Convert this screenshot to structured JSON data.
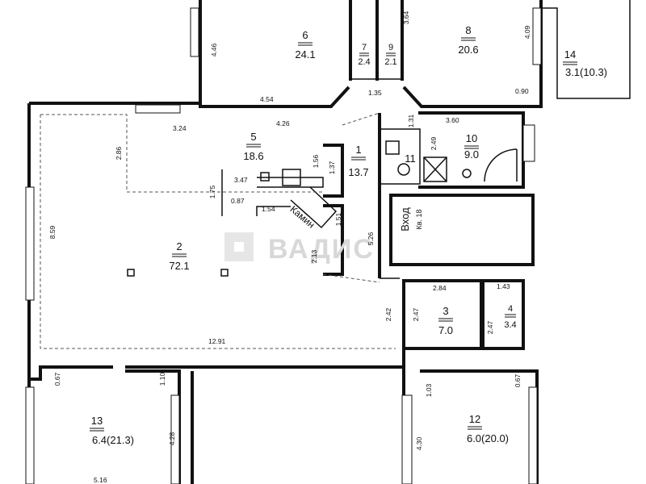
{
  "rooms": [
    {
      "id": "r6",
      "number": "6",
      "area": "24.1"
    },
    {
      "id": "r7",
      "number": "7",
      "area": "2.4"
    },
    {
      "id": "r9",
      "number": "9",
      "area": "2.1"
    },
    {
      "id": "r8",
      "number": "8",
      "area": "20.6"
    },
    {
      "id": "r14",
      "number": "14",
      "area": "3.1(10.3)"
    },
    {
      "id": "r5",
      "number": "5",
      "area": "18.6"
    },
    {
      "id": "r1",
      "number": "1",
      "area": "13.7"
    },
    {
      "id": "r11",
      "number": "11",
      "area": ""
    },
    {
      "id": "r10",
      "number": "10",
      "area": "9.0"
    },
    {
      "id": "r2",
      "number": "2",
      "area": "72.1"
    },
    {
      "id": "r3",
      "number": "3",
      "area": "7.0"
    },
    {
      "id": "r4",
      "number": "4",
      "area": "3.4"
    },
    {
      "id": "r13",
      "number": "13",
      "area": "6.4(21.3)"
    },
    {
      "id": "r12",
      "number": "12",
      "area": "6.0(20.0)"
    }
  ],
  "labels": {
    "entrance": "Вход",
    "apartment": "Кв. 18",
    "fireplace": "Камин",
    "watermark": "ВАДИС"
  },
  "dimensions": [
    "4.46",
    "4.54",
    "1.35",
    "3.64",
    "4.09",
    "0.90",
    "3.24",
    "4.26",
    "2.86",
    "3.47",
    "1.37",
    "1.56",
    "1.75",
    "0.87",
    "1.54",
    "1.51",
    "1.31",
    "3.60",
    "2.49",
    "8.59",
    "5.26",
    "2.13",
    "2.84",
    "1.43",
    "2.42",
    "2.47",
    "2.47",
    "12.91",
    "0.67",
    "1.10",
    "4.28",
    "1.03",
    "0.67",
    "4.30",
    "5.16"
  ]
}
